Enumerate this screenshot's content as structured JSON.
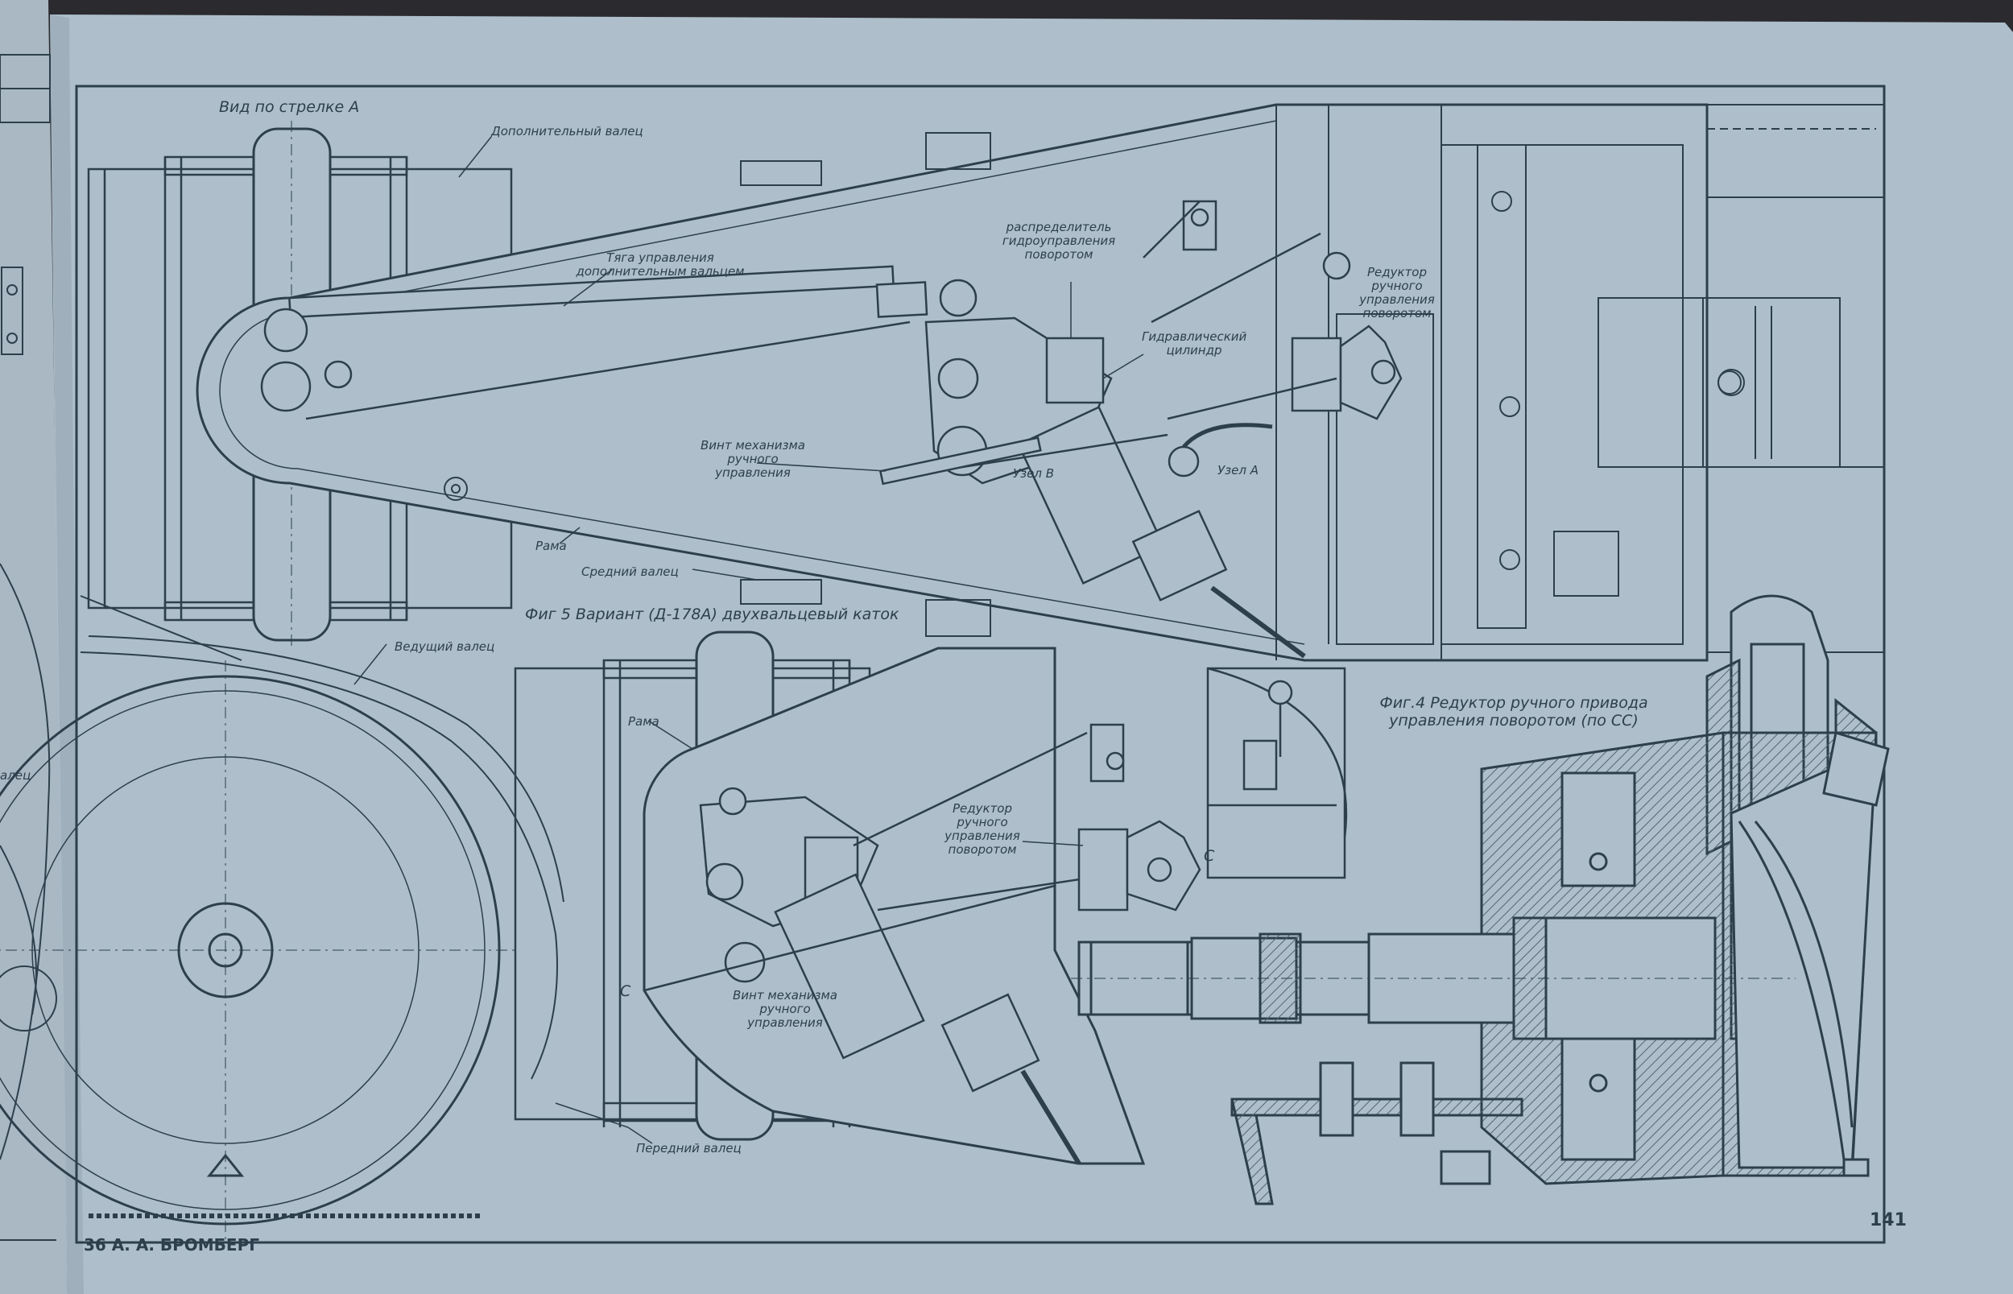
{
  "book": {
    "footer_left": "36  А. А. БРОМБЕРГ",
    "page_number": "141",
    "left_margin_fragment": "алец"
  },
  "figure5": {
    "caption": "Фиг 5 Вариант (Д-178А) двухвальцевый каток",
    "view_label": "Вид по стрелке А",
    "labels": {
      "extra_roller": "Дополнительный валец",
      "rod": "Тяга управления дополнительным вальцем",
      "distributor": "распределитель гидроуправления поворотом",
      "hyd_cylinder": "Гидравлический цилиндр",
      "manual_gear": "Редуктор ручного управления поворотом",
      "screw": "Винт механизма ручного управления",
      "node_b": "Узел В",
      "node_a": "Узел А",
      "frame": "Рама",
      "middle_roller": "Средний валец"
    }
  },
  "lower_view": {
    "labels": {
      "drive_roller": "Ведущий валец",
      "frame": "Рама",
      "manual_gear": "Редуктор ручного управления поворотом",
      "screw": "Винт механизма ручного управления",
      "front_roller": "Передний валец",
      "section_c_left": "С",
      "section_c_right": "С"
    }
  },
  "figure4": {
    "caption": "Фиг.4 Редуктор ручного привода управления поворотом (по СС)"
  },
  "colors": {
    "paper": "#aebfcb",
    "ink": "#2e3f4c",
    "hatch": "#6f7f8a",
    "book_dark": "#2b2a2f"
  }
}
